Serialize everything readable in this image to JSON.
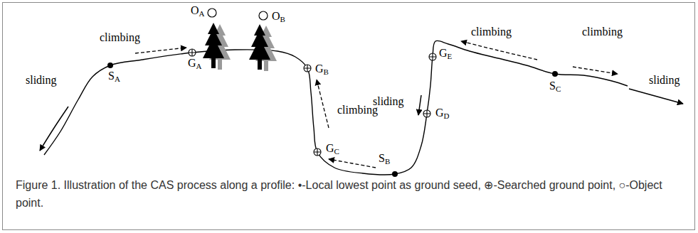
{
  "diagram": {
    "caption": "Figure 1. Illustration of the CAS process along a profile: •-Local lowest point as ground seed, ⊕-Searched ground point, ○-Object point.",
    "labels": [
      "climbing",
      "OA",
      "OB",
      "sliding",
      "SA",
      "GA",
      "GB",
      "climbing",
      "GC",
      "SB",
      "sliding",
      "GD",
      "GE",
      "climbing",
      "climbing",
      "sliding",
      "SC"
    ]
  }
}
